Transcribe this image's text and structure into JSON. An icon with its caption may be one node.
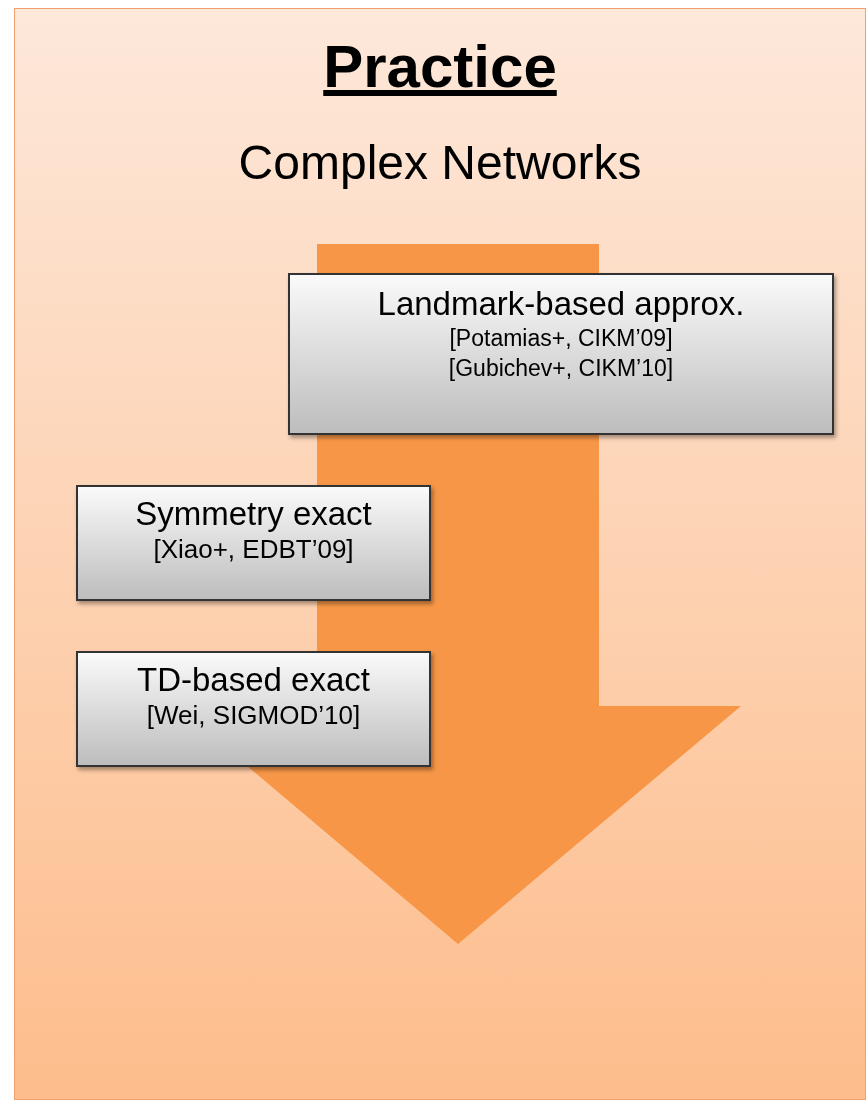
{
  "diagram": {
    "nodes": [
      {
        "text": [
          "Practice",
          "Complex Networks"
        ]
      },
      {
        "text": [
          "Landmark-based approx.",
          "[Potamias+, CIKM’09]",
          "[Gubichev+, CIKM’10]"
        ],
        "in": 0
      },
      {
        "text": [
          "Symmetry exact",
          "[Xiao+, EDBT’09]"
        ],
        "in": 0
      },
      {
        "text": [
          "TD-based exact",
          "[Wei, SIGMOD’10]"
        ],
        "in": 0
      }
    ]
  }
}
